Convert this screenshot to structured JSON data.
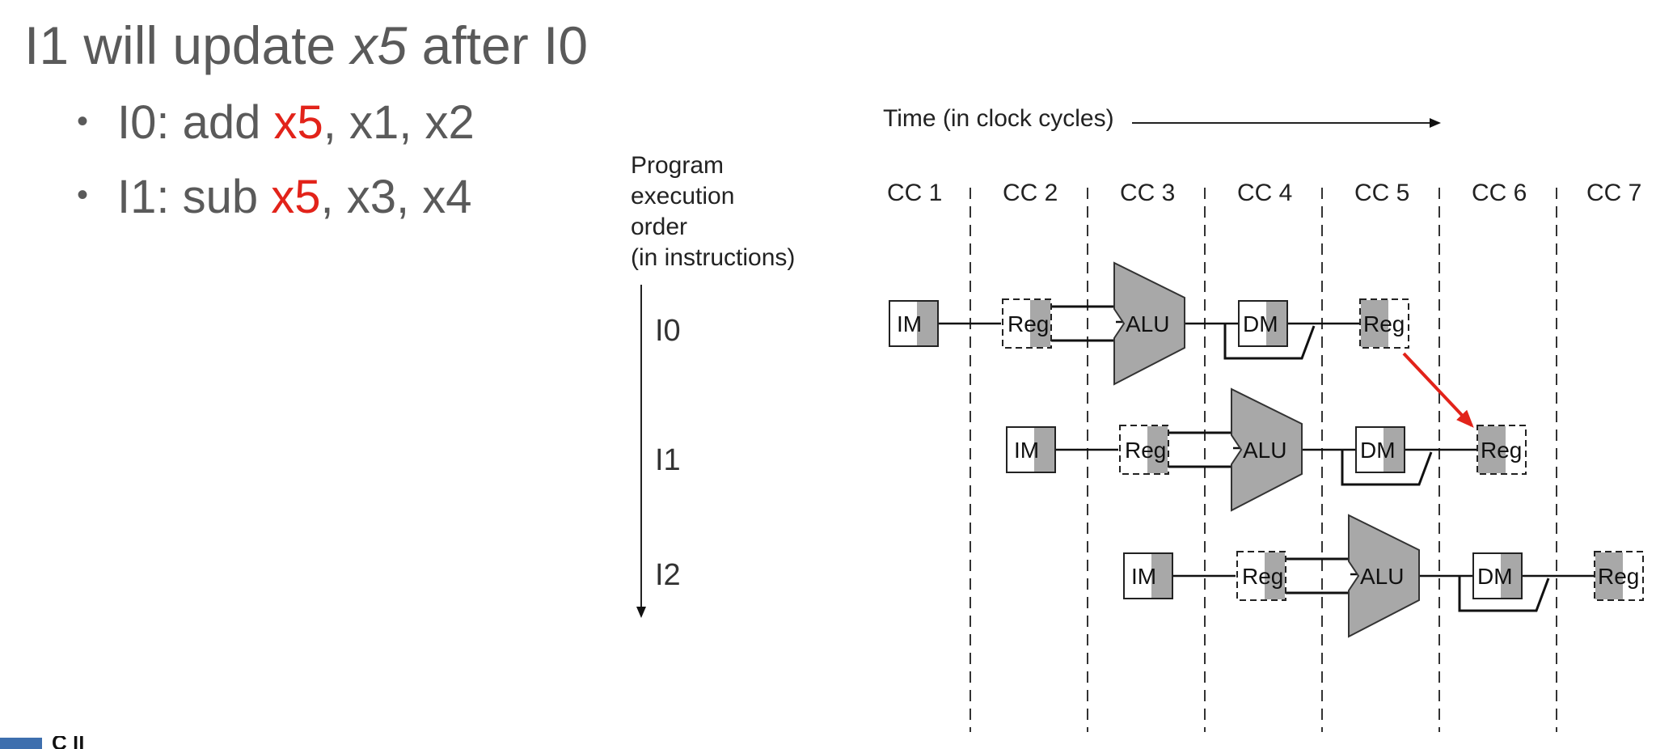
{
  "slide": {
    "title_parts": [
      "I1 will update ",
      "x5",
      " after I0"
    ],
    "bullets": [
      {
        "bullet": "•",
        "before": "I0: add ",
        "reg": "x5",
        "after": ", x1, x2"
      },
      {
        "bullet": "•",
        "before": "I1: sub ",
        "reg": "x5",
        "after": ", x3, x4"
      }
    ],
    "highlight_color": "#e2231a",
    "logo_text": "C      ll"
  },
  "diagram": {
    "time_label": "Time (in clock cycles)",
    "order_label": "Program\nexecution\norder\n(in instructions)",
    "clock_cycles": [
      "CC 1",
      "CC 2",
      "CC 3",
      "CC 4",
      "CC 5",
      "CC 6",
      "CC 7"
    ],
    "instructions": [
      "I0",
      "I1",
      "I2"
    ],
    "stages": [
      "IM",
      "Reg",
      "ALU",
      "DM",
      "Reg"
    ],
    "dependency": {
      "from_instruction": "I0",
      "from_stage": "Reg",
      "to_instruction": "I1",
      "to_stage": "Reg",
      "color": "#e2231a"
    },
    "unit_fill": "#a8a8a8"
  }
}
